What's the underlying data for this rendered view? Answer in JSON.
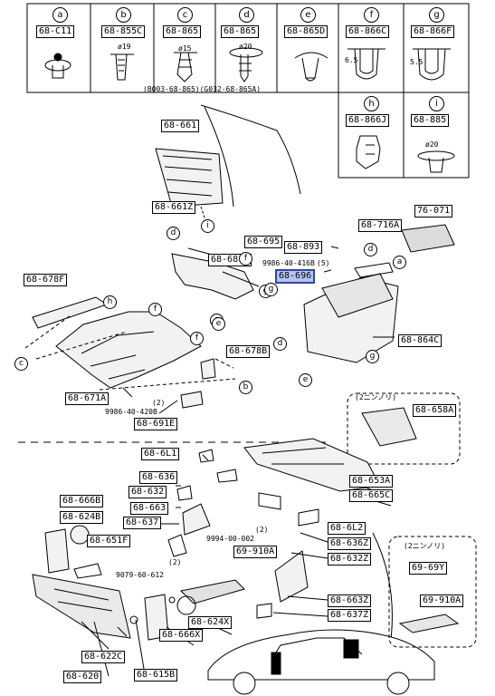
{
  "legend": {
    "cells": [
      {
        "letter": "a",
        "part": "68-C11",
        "dim": ""
      },
      {
        "letter": "b",
        "part": "68-855C",
        "dim": "ø19"
      },
      {
        "letter": "c",
        "part": "68-865",
        "dim": "ø15"
      },
      {
        "letter": "d",
        "part": "68-865",
        "dim": "ø20"
      },
      {
        "letter": "e",
        "part": "68-865D",
        "dim": ""
      },
      {
        "letter": "f",
        "part": "68-866C",
        "dim": "6.5"
      },
      {
        "letter": "g",
        "part": "68-866F",
        "dim": "5.5"
      },
      {
        "letter": "h",
        "part": "68-866J",
        "dim": ""
      },
      {
        "letter": "i",
        "part": "68-885",
        "dim": "ø20"
      }
    ],
    "note": "(B003-68-865)(G032-68-865A)"
  },
  "part_labels": [
    {
      "id": "68-661",
      "highlight": false
    },
    {
      "id": "68-661Z",
      "highlight": false
    },
    {
      "id": "76-071",
      "highlight": false
    },
    {
      "id": "68-716A",
      "highlight": false
    },
    {
      "id": "68-695",
      "highlight": false
    },
    {
      "id": "68-893",
      "highlight": false
    },
    {
      "id": "68-681G",
      "highlight": false
    },
    {
      "id": "68-696",
      "highlight": true
    },
    {
      "id": "68-678F",
      "highlight": false
    },
    {
      "id": "68-864C",
      "highlight": false
    },
    {
      "id": "68-678B",
      "highlight": false
    },
    {
      "id": "68-671A",
      "highlight": false
    },
    {
      "id": "68-691E",
      "highlight": false
    },
    {
      "id": "68-658A",
      "highlight": false
    },
    {
      "id": "68-6L1",
      "highlight": false
    },
    {
      "id": "68-636",
      "highlight": false
    },
    {
      "id": "68-632",
      "highlight": false
    },
    {
      "id": "68-663",
      "highlight": false
    },
    {
      "id": "68-637",
      "highlight": false
    },
    {
      "id": "68-653A",
      "highlight": false
    },
    {
      "id": "68-665C",
      "highlight": false
    },
    {
      "id": "68-666B",
      "highlight": false
    },
    {
      "id": "68-624B",
      "highlight": false
    },
    {
      "id": "68-651F",
      "highlight": false
    },
    {
      "id": "69-910A",
      "highlight": false
    },
    {
      "id": "68-6L2",
      "highlight": false
    },
    {
      "id": "68-636Z",
      "highlight": false
    },
    {
      "id": "68-632Z",
      "highlight": false
    },
    {
      "id": "69-69Y",
      "highlight": false
    },
    {
      "id": "69-910A",
      "highlight": false
    },
    {
      "id": "68-663Z",
      "highlight": false
    },
    {
      "id": "68-637Z",
      "highlight": false
    },
    {
      "id": "68-624X",
      "highlight": false
    },
    {
      "id": "68-666X",
      "highlight": false
    },
    {
      "id": "68-622C",
      "highlight": false
    },
    {
      "id": "68-615B",
      "highlight": false
    },
    {
      "id": "68-620",
      "highlight": false
    }
  ],
  "texts": [
    "9986-40-416B",
    "(5)",
    "(2)",
    "9986-40-420B",
    "(2ニンノリ)",
    "(2)",
    "9994-00-002",
    "(2)",
    "9079-60-612",
    "(2ニンノリ)"
  ],
  "callouts": [
    "i",
    "d",
    "d",
    "e",
    "f",
    "g",
    "h",
    "f",
    "c",
    "f",
    "e",
    "g",
    "d",
    "b",
    "a",
    "g",
    "e"
  ]
}
